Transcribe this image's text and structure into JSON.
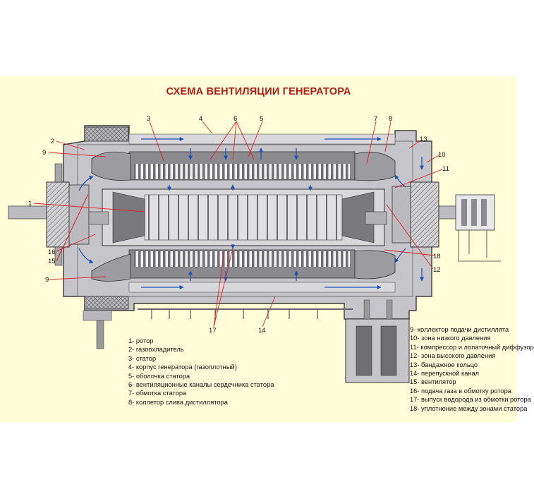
{
  "title": "СХЕМА ВЕНТИЛЯЦИИ ГЕНЕРАТОРА",
  "callouts": [
    {
      "id": "c1",
      "text": "1"
    },
    {
      "id": "c2",
      "text": "2"
    },
    {
      "id": "c3",
      "text": "3"
    },
    {
      "id": "c4",
      "text": "4"
    },
    {
      "id": "c5",
      "text": "5"
    },
    {
      "id": "c6",
      "text": "6"
    },
    {
      "id": "c7",
      "text": "7"
    },
    {
      "id": "c8",
      "text": "8"
    },
    {
      "id": "c9a",
      "text": "9"
    },
    {
      "id": "c9b",
      "text": "9"
    },
    {
      "id": "c10",
      "text": "10"
    },
    {
      "id": "c11",
      "text": "11"
    },
    {
      "id": "c12",
      "text": "12"
    },
    {
      "id": "c13",
      "text": "13"
    },
    {
      "id": "c14",
      "text": "14"
    },
    {
      "id": "c15",
      "text": "15"
    },
    {
      "id": "c16",
      "text": "16"
    },
    {
      "id": "c17",
      "text": "17"
    },
    {
      "id": "c18",
      "text": "18"
    }
  ],
  "legend_left": [
    "1- ротор",
    "2- газоохладитель",
    "3- статор",
    "4- корпус генератора (газоплотный)",
    "5- оболочка статора",
    "6- вентиляционные каналы  сердечника статора",
    "7- обмотка статора",
    "8- коллетор слива дистиллятора"
  ],
  "legend_right": [
    "9- коллектор подачи дистиллята",
    "10- зона низкого давления",
    "11- компрессор и лопаточный диффузор",
    "12- зона высокого давления",
    "13- бандажное кольцо",
    "14- перепускной канал",
    "15- вентилятор",
    "16- подача газа в обмотку ротора",
    "17- выпуск водорода из обмотки ротора",
    "18- уплотнение между зонами статора"
  ],
  "colors": {
    "background": "#fffed8",
    "title": "#b01c14",
    "housing": "#c4c4c8",
    "housing_outline": "#3a3a3a",
    "stator_fill": "#8a8a8e",
    "leader_line": "#e0202a",
    "flow_arrow": "#1e4fb4"
  }
}
